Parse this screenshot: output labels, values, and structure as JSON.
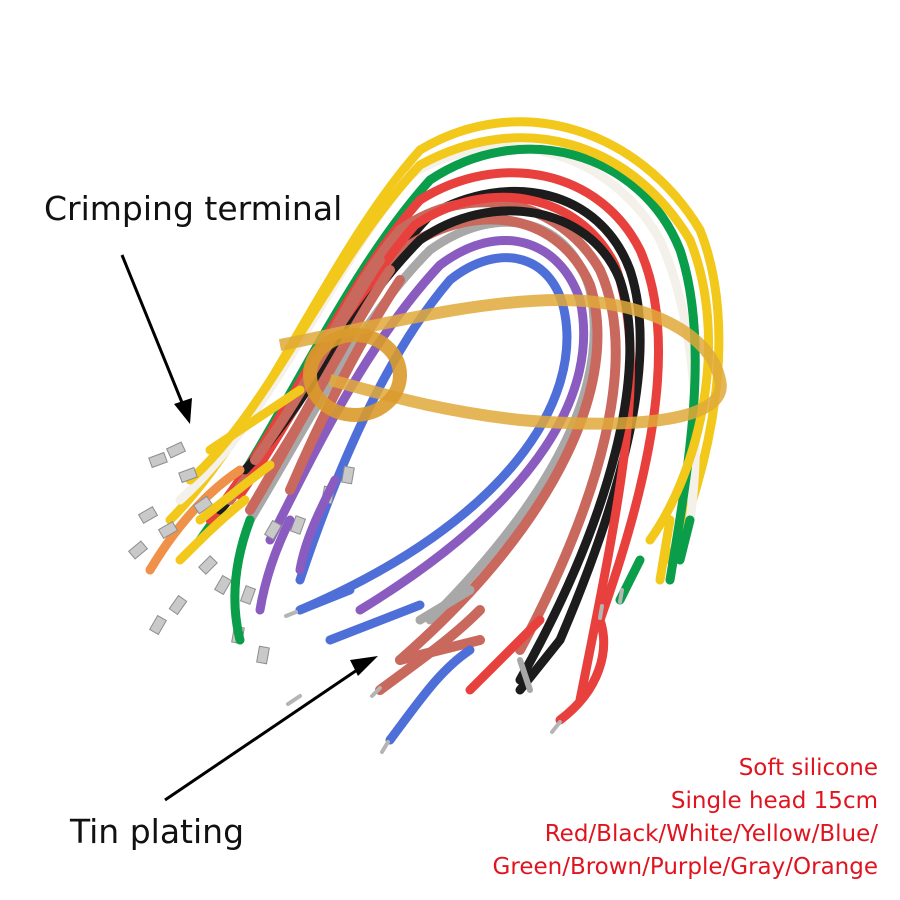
{
  "labels": {
    "crimping_terminal": "Crimping terminal",
    "tin_plating": "Tin plating"
  },
  "specs": {
    "material": "Soft silicone",
    "length": "Single head 15cm",
    "colors_line1": "Red/Black/White/Yellow/Blue/",
    "colors_line2": "Green/Brown/Purple/Gray/Orange"
  },
  "wire_colors": [
    "#f2c81a",
    "#f4f1ea",
    "#0a9d4a",
    "#e8403c",
    "#1c1c1c",
    "#c9685c",
    "#8a5cc0",
    "#4f6fd8",
    "#a8a8a8",
    "#ef9148"
  ],
  "accent_color": "#e0141f"
}
